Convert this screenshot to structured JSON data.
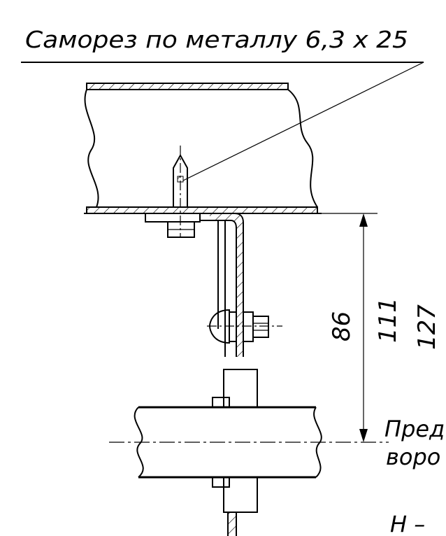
{
  "drawing": {
    "callout_label": "Саморез по металлу 6,3 x 25",
    "dimensions": {
      "dim_a": "86",
      "dim_b": "111",
      "dim_c": "127"
    },
    "partial_note_1": "Пред",
    "partial_note_2": "воро",
    "partial_note_3": "H – "
  }
}
